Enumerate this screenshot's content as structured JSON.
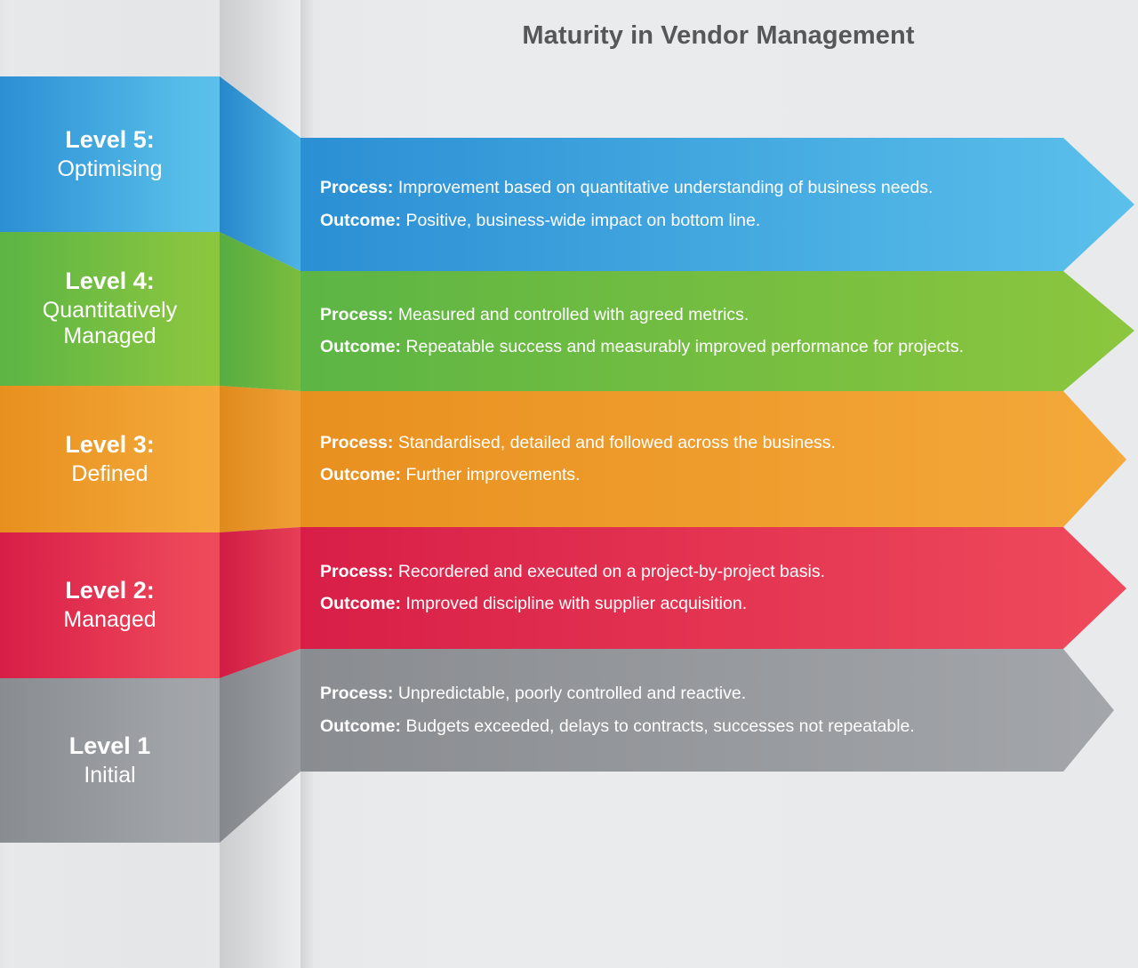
{
  "header": {
    "title": "Maturity in Vendor Management"
  },
  "labels": {
    "process": "Process:",
    "outcome": "Outcome:"
  },
  "palette": {
    "background": "#e8eaec",
    "title_color": "#555759",
    "text_color": "#ffffff",
    "level5_dark": "#2b8fd4",
    "level5_light": "#5bc0eb",
    "level4_dark": "#5cb544",
    "level4_light": "#8cc63e",
    "level3_dark": "#e8901f",
    "level3_light": "#f4a93a",
    "level2_dark": "#d81e47",
    "level2_light": "#ef4a5c",
    "level1_dark": "#898c90",
    "level1_light": "#a3a6aa"
  },
  "levels": [
    {
      "id": "level-5",
      "level": "Level 5:",
      "name": "Optimising",
      "process": "Improvement based on quantitative understanding of business needs.",
      "outcome": "Positive, business-wide impact on bottom line.",
      "color_dark": "#2b8fd4",
      "color_light": "#5bc0eb",
      "fold_color": "#2787cb"
    },
    {
      "id": "level-4",
      "level": "Level 4:",
      "name": "Quantitatively Managed",
      "name_line1": "Quantitatively",
      "name_line2": "Managed",
      "process": "Measured and controlled with agreed metrics.",
      "outcome": "Repeatable success and measurably improved performance for projects.",
      "color_dark": "#5cb544",
      "color_light": "#8cc63e",
      "fold_color": "#57ad41"
    },
    {
      "id": "level-3",
      "level": "Level 3:",
      "name": "Defined",
      "process": "Standardised, detailed and followed across the business.",
      "outcome": "Further improvements.",
      "color_dark": "#e8901f",
      "color_light": "#f4a93a",
      "fold_color": "#e08a1d"
    },
    {
      "id": "level-2",
      "level": "Level 2:",
      "name": "Managed",
      "process": "Recordered and executed on a project-by-project basis.",
      "outcome": "Improved discipline with supplier acquisition.",
      "color_dark": "#d81e47",
      "color_light": "#ef4a5c",
      "fold_color": "#d11c44"
    },
    {
      "id": "level-1",
      "level": "Level 1",
      "name": "Initial",
      "process": "Unpredictable, poorly controlled and reactive.",
      "outcome": "Budgets exceeded, delays to contracts, successes not repeatable.",
      "color_dark": "#898c90",
      "color_light": "#a3a6aa",
      "fold_color": "#84878b"
    }
  ]
}
